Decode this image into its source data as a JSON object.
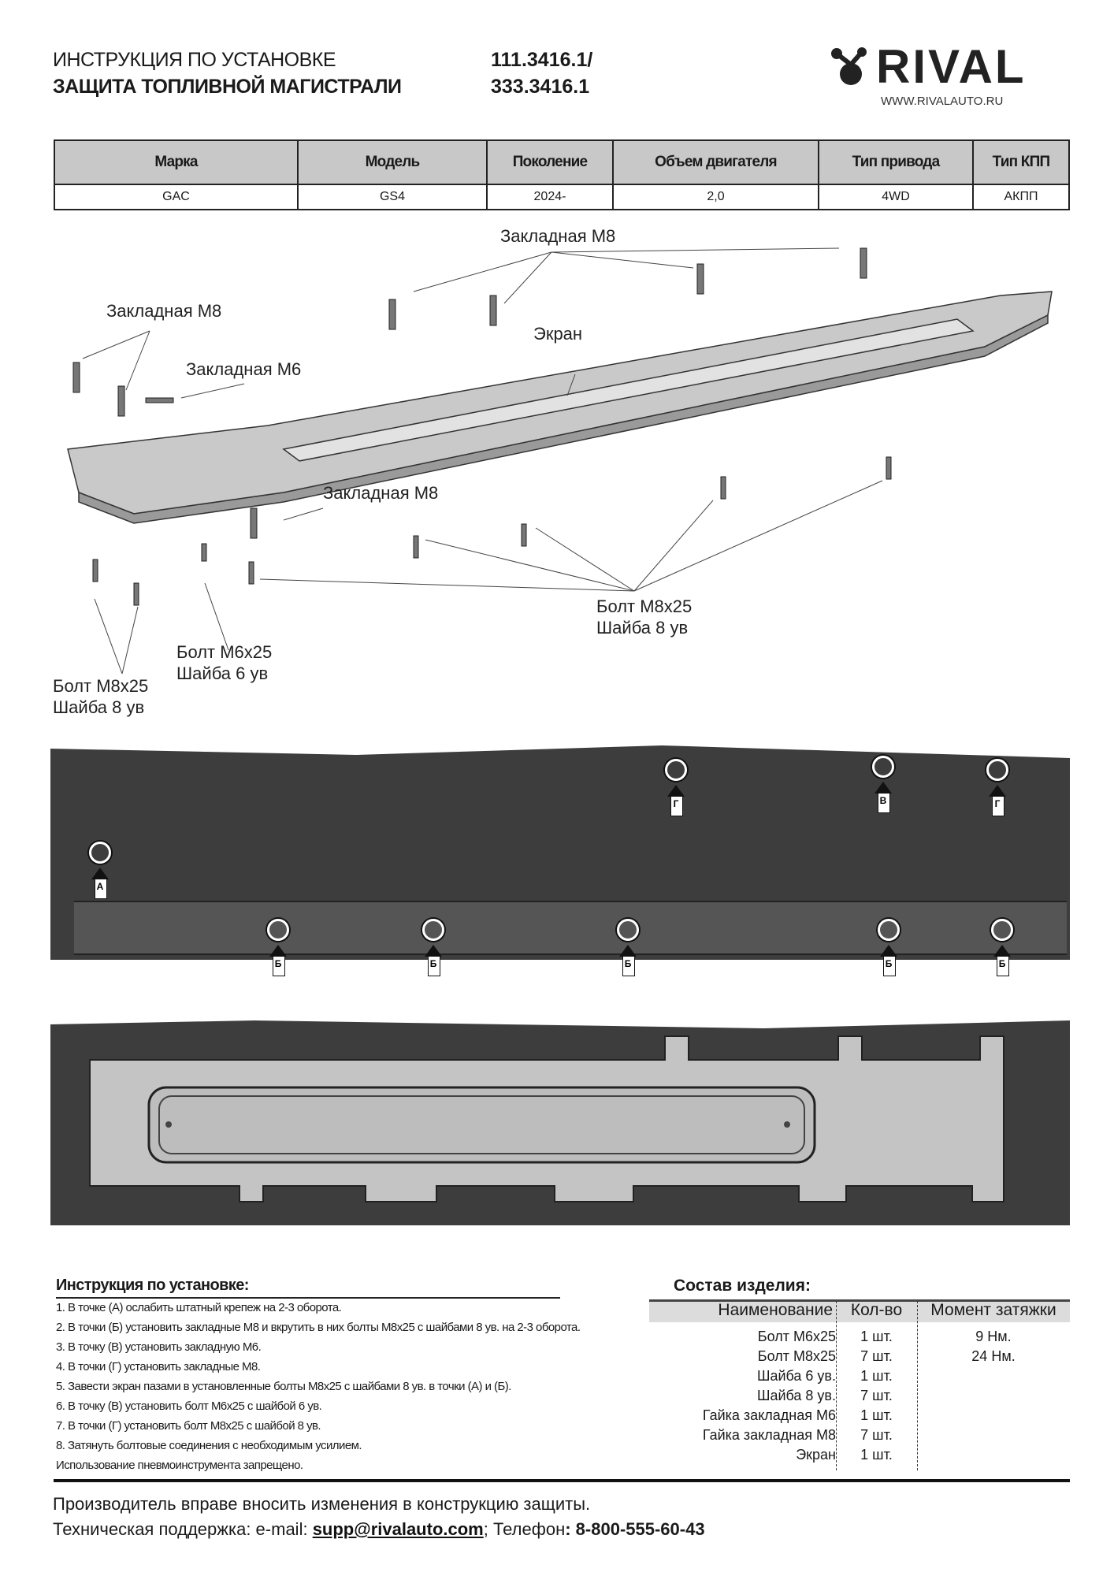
{
  "header": {
    "title_line1": "ИНСТРУКЦИЯ ПО УСТАНОВКЕ",
    "title_line2": "ЗАЩИТА ТОПЛИВНОЙ МАГИСТРАЛИ",
    "part_number_1": "111.3416.1/",
    "part_number_2": "333.3416.1",
    "logo_text": "RIVAL",
    "website": "WWW.RIVALAUTO.RU"
  },
  "spec_table": {
    "headers": [
      "Марка",
      "Модель",
      "Поколение",
      "Объем двигателя",
      "Тип привода",
      "Тип КПП"
    ],
    "values": [
      "GAC",
      "GS4",
      "2024-",
      "2,0",
      "4WD",
      "АКПП"
    ]
  },
  "diagram": {
    "labels": {
      "insert_m8_top": "Закладная M8",
      "insert_m8_left": "Закладная M8",
      "insert_m6": "Закладная M6",
      "screen": "Экран",
      "insert_m8_mid": "Закладная M8",
      "bolt_right_1": "Болт M8x25",
      "bolt_right_2": "Шайба 8 ув",
      "bolt_m6_1": "Болт M6x25",
      "bolt_m6_2": "Шайба 6 ув",
      "bolt_left_1": "Болт M8x25",
      "bolt_left_2": "Шайба 8 ув"
    }
  },
  "photo_points": {
    "top": [
      "Г",
      "В",
      "Г",
      "А"
    ],
    "bottom": [
      "Б",
      "Б",
      "Б",
      "Б",
      "Б"
    ]
  },
  "instructions": {
    "title": "Инструкция по установке:",
    "steps": [
      "1. В точке (А) ослабить штатный крепеж на 2-3 оборота.",
      "2. В точки (Б) установить закладные М8 и вкрутить в них болты М8х25 с шайбами 8 ув. на 2-3 оборота.",
      "3. В точку (В) установить закладную М6.",
      "4. В точки (Г) установить закладные М8.",
      "5. Завести экран пазами в установленные болты М8х25 с шайбами 8 ув. в точки (А) и (Б).",
      "6. В точку (В) установить болт М6х25 с шайбой 6 ув.",
      "7. В точки (Г) установить болт М8х25 с шайбой 8 ув.",
      "8. Затянуть болтовые соединения с необходимым усилием.",
      "Использование пневмоинструмента запрещено."
    ]
  },
  "composition": {
    "title": "Состав изделия:",
    "headers": [
      "Наименование",
      "Кол-во",
      "Момент затяжки"
    ],
    "rows": [
      {
        "name": "Болт М6х25",
        "qty": "1 шт.",
        "torque": "9 Нм."
      },
      {
        "name": "Болт М8х25",
        "qty": "7 шт.",
        "torque": "24 Нм."
      },
      {
        "name": "Шайба 6 ув.",
        "qty": "1 шт.",
        "torque": ""
      },
      {
        "name": "Шайба 8 ув.",
        "qty": "7 шт.",
        "torque": ""
      },
      {
        "name": "Гайка закладная М6",
        "qty": "1 шт.",
        "torque": ""
      },
      {
        "name": "Гайка закладная М8",
        "qty": "7 шт.",
        "torque": ""
      },
      {
        "name": "Экран",
        "qty": "1 шт.",
        "torque": ""
      }
    ]
  },
  "footer": {
    "line1": "Производитель вправе вносить изменения в конструкцию защиты.",
    "support_label": "Техническая поддержка:  e-mail: ",
    "email": "supp@rivalauto.com",
    "phone_label": "; Телефон",
    "phone": ": 8-800-555-60-43"
  }
}
